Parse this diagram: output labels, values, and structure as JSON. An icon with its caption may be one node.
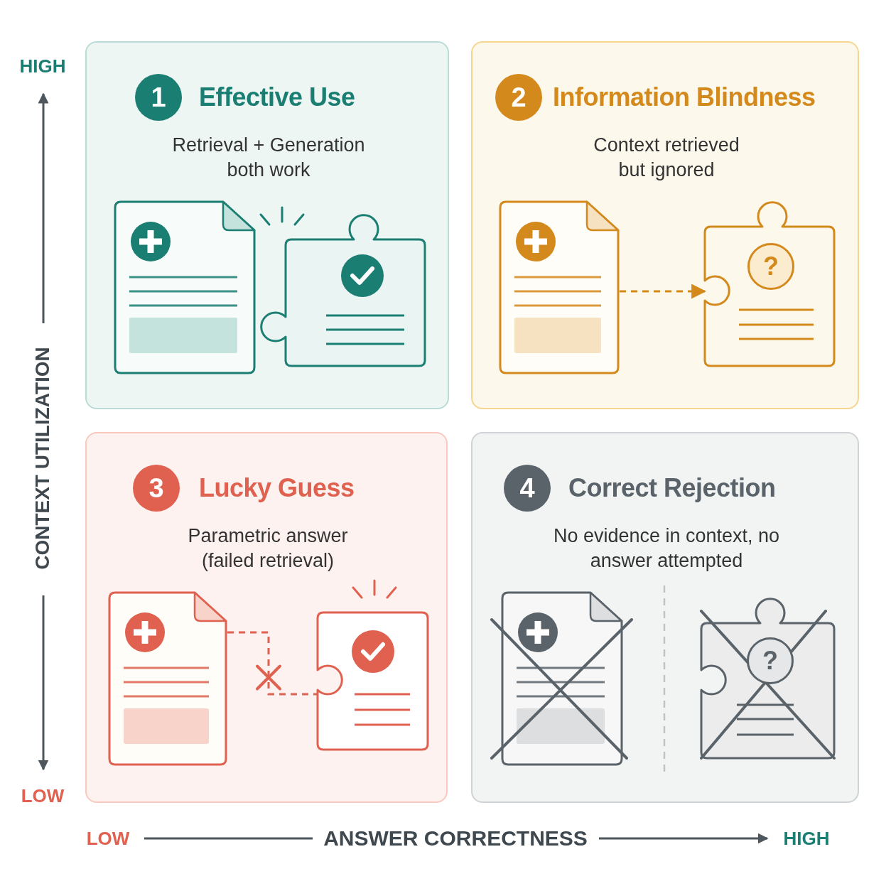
{
  "diagram": {
    "nodes": [
      {
        "text": [
          "1",
          "Effective Use",
          "Retrieval + Generation both work"
        ]
      },
      {
        "text": [
          "2",
          "Information Blindness",
          "Context retrieved but ignored"
        ]
      },
      {
        "text": [
          "3",
          "Lucky Guess",
          "Parametric answer (failed retrieval)"
        ]
      },
      {
        "text": [
          "4",
          "Correct Rejection",
          "No evidence in context, no answer attempted"
        ]
      },
      {
        "text": [],
        "shape": "picture",
        "in": 1
      },
      {
        "text": [
          "?"
        ],
        "in": 1
      },
      {
        "text": [],
        "shape": "picture",
        "in": 2
      },
      {
        "text": [],
        "shape": "picture",
        "in": 2
      },
      {
        "text": [
          "?"
        ],
        "in": 3
      }
    ],
    "edges": [
      {
        "from": 4,
        "to": 5,
        "arrow": "to",
        "style": "dashed",
        "color": "#d4891c"
      },
      {
        "from": 6,
        "to": 7,
        "arrow": "none",
        "style": "dashed",
        "color": "#e0614f"
      }
    ],
    "labels": [
      "HIGH",
      "CONTEXT UTILIZATION",
      "LOW",
      "LOW",
      "ANSWER CORRECTNESS",
      "HIGH"
    ]
  }
}
